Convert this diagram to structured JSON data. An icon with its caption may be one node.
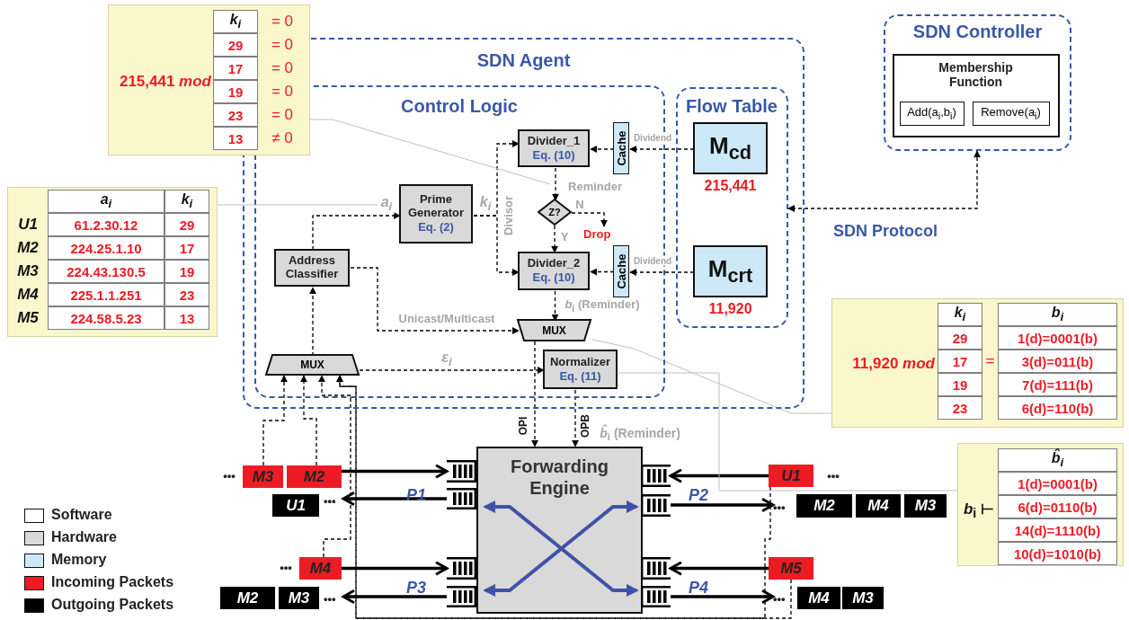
{
  "diagram": {
    "nodes": [
      {
        "text": [
          "SDN Agent"
        ]
      },
      {
        "text": [
          "Control Logic"
        ],
        "in": 0
      },
      {
        "text": [
          "Flow Table"
        ],
        "in": 0
      },
      {
        "text": [
          "Divider_1",
          "Eq. (10)"
        ],
        "in": 1
      },
      {
        "text": [
          "Cache"
        ],
        "in": 1
      },
      {
        "text": [
          "Z?"
        ],
        "in": 1
      },
      {
        "text": [
          "Prime Generator",
          "Eq. (2)"
        ],
        "in": 1
      },
      {
        "text": [
          "Address Classifier"
        ],
        "in": 1
      },
      {
        "text": [
          "Divider_2",
          "Eq. (10)"
        ],
        "in": 1
      },
      {
        "text": [
          "Cache"
        ],
        "in": 1
      },
      {
        "text": [
          "MUX"
        ],
        "in": 1
      },
      {
        "text": [
          "MUX"
        ],
        "in": 1
      },
      {
        "text": [
          "Normalizer",
          "Eq. (11)"
        ],
        "in": 1
      },
      {
        "text": [
          "M$_{cd}$"
        ],
        "beside": [
          "215,441"
        ],
        "in": 2
      },
      {
        "text": [
          "M$_{crt}$"
        ],
        "beside": [
          "11,920"
        ],
        "in": 2
      },
      {
        "text": [
          "SDN Controller"
        ]
      },
      {
        "text": [
          "Membership Function"
        ],
        "in": 15
      },
      {
        "text": [
          "Add(a$_{i}$,b$_{i}$)"
        ],
        "in": 16
      },
      {
        "text": [
          "Remove(a$_{i}$)"
        ],
        "in": 16
      },
      {
        "text": [
          "Drop"
        ],
        "in": 1
      },
      {
        "text": [
          "Forwarding Engine"
        ]
      },
      {
        "text": [],
        "shape": "picture"
      },
      {
        "text": [],
        "shape": "picture"
      },
      {
        "text": [],
        "shape": "picture"
      },
      {
        "text": [],
        "shape": "picture"
      },
      {
        "text": [],
        "shape": "picture"
      },
      {
        "text": [],
        "shape": "picture"
      },
      {
        "text": [],
        "shape": "picture"
      },
      {
        "text": [],
        "shape": "picture"
      },
      {
        "text": [
          "M3"
        ]
      },
      {
        "text": [
          "M2"
        ]
      },
      {
        "text": [
          "U1"
        ]
      },
      {
        "text": [
          "M4"
        ]
      },
      {
        "text": [
          "M2"
        ]
      },
      {
        "text": [
          "M3"
        ]
      },
      {
        "text": [
          "U1"
        ]
      },
      {
        "text": [
          "M2"
        ]
      },
      {
        "text": [
          "M4"
        ]
      },
      {
        "text": [
          "M3"
        ]
      },
      {
        "text": [
          "M5"
        ]
      },
      {
        "text": [
          "M4"
        ]
      },
      {
        "text": [
          "M3"
        ]
      },
      {
        "text": [
          "215,441 *mod*",
          "k$_{i}$",
          "= 0",
          "29",
          "= 0",
          "17",
          "= 0",
          "19",
          "= 0",
          "23",
          "= 0",
          "13",
          "≠ 0"
        ]
      },
      {
        "text": [
          "a$_{i}$",
          "k$_{i}$",
          "U1",
          "61.2.30.12",
          "29",
          "M2",
          "224.25.1.10",
          "17",
          "M3",
          "224.43.130.5",
          "19",
          "M4",
          "225.1.1.251",
          "23",
          "M5",
          "224.58.5.23",
          "13"
        ]
      },
      {
        "text": [
          "11,920 *mod*",
          "k$_{i}$",
          "b$_{i}$",
          "29",
          "1(d)=0001(b)",
          "17",
          "=",
          "3(d)=011(b)",
          "19",
          "7(d)=111(b)",
          "23",
          "6(d)=110(b)"
        ]
      },
      {
        "text": [
          "*b*$_{i}$ ⊢",
          "b̂$_{i}$",
          "1(d)=0001(b)",
          "6(d)=0110(b)",
          "14(d)=1110(b)",
          "10(d)=1010(b)"
        ]
      },
      {
        "text": [
          "•••"
        ]
      },
      {
        "text": [
          "•••"
        ]
      },
      {
        "text": [
          "•••"
        ]
      },
      {
        "text": [
          "•••"
        ]
      }
    ],
    "edges": [
      {
        "from": 4,
        "to": 3,
        "arrow": "to",
        "style": "dashed"
      },
      {
        "from": 13,
        "to": 4,
        "arrow": "to",
        "style": "dashed",
        "label": "Dividend"
      },
      {
        "from": 3,
        "to": 5,
        "arrow": "to",
        "style": "dashed",
        "label": "Reminder"
      },
      {
        "from": 5,
        "to": 19,
        "arrow": "to",
        "style": "dashed",
        "label": "N"
      },
      {
        "from": 5,
        "to": 8,
        "arrow": "to",
        "style": "dashed",
        "label": "Y"
      },
      {
        "from": 6,
        "to": 3,
        "arrow": "to",
        "style": "dashed",
        "label": "k$_{i}$"
      },
      {
        "from": 6,
        "to": 8,
        "arrow": "to",
        "style": "dashed",
        "label": "Divisor"
      },
      {
        "from": 9,
        "to": 8,
        "arrow": "to",
        "style": "dashed"
      },
      {
        "from": 14,
        "to": 9,
        "arrow": "to",
        "style": "dashed",
        "label": "Dividend"
      },
      {
        "from": 8,
        "to": 10,
        "arrow": "to",
        "style": "dashed",
        "label": "*b*$_{i}$ (Reminder)"
      },
      {
        "from": 7,
        "to": 6,
        "arrow": "to",
        "style": "dashed",
        "label": "a$_{i}$"
      },
      {
        "from": 7,
        "to": 10,
        "arrow": "to",
        "style": "dashed",
        "label": "Unicast/Multicast"
      },
      {
        "from": 11,
        "to": 7,
        "arrow": "to",
        "style": "dashed"
      },
      {
        "from": 11,
        "to": 12,
        "arrow": "to",
        "style": "dashed",
        "label": "ε$_{i}$"
      },
      {
        "from": 10,
        "to": 20,
        "arrow": "to",
        "style": "dashed",
        "label": "OPI"
      },
      {
        "from": 12,
        "to": 20,
        "arrow": "to",
        "style": "dashed",
        "label": "OPB"
      },
      {
        "from": 15,
        "to": 2,
        "arrow": "both",
        "style": "dashed",
        "label": "SDN Protocol"
      },
      {
        "from": 30,
        "to": 21,
        "arrow": "to",
        "style": "thick"
      },
      {
        "from": 22,
        "to": 46,
        "arrow": "to",
        "style": "thick"
      },
      {
        "from": 32,
        "to": 23,
        "arrow": "to",
        "style": "thick"
      },
      {
        "from": 24,
        "to": 47,
        "arrow": "to",
        "style": "thick"
      },
      {
        "from": 35,
        "to": 25,
        "arrow": "to",
        "style": "thick"
      },
      {
        "from": 26,
        "to": 48,
        "arrow": "to",
        "style": "thick"
      },
      {
        "from": 39,
        "to": 27,
        "arrow": "to",
        "style": "thick"
      },
      {
        "from": 28,
        "to": 49,
        "arrow": "to",
        "style": "thick"
      },
      {
        "from": 29,
        "to": 11,
        "arrow": "to",
        "style": "dashed"
      },
      {
        "from": 30,
        "to": 11,
        "arrow": "to",
        "style": "dashed"
      },
      {
        "from": 32,
        "to": 11,
        "arrow": "to",
        "style": "dashed"
      },
      {
        "from": 35,
        "to": 11,
        "arrow": "to",
        "style": "dashed"
      },
      {
        "from": 39,
        "to": 11,
        "arrow": "to",
        "style": "dashed"
      },
      {
        "from": 42,
        "to": null,
        "arrow": "none",
        "color": "#bfbfbf"
      },
      {
        "from": 43,
        "to": null,
        "arrow": "none",
        "color": "#bfbfbf"
      },
      {
        "from": 44,
        "to": 10,
        "arrow": "none",
        "color": "#bfbfbf"
      },
      {
        "from": 45,
        "to": 12,
        "arrow": "none",
        "color": "#bfbfbf"
      }
    ],
    "labels": [
      "*b̂*$_{i}$ (Reminder)",
      "•••",
      "•••",
      "P1",
      "P2",
      "•••",
      "P3",
      "P4"
    ],
    "legend": [
      {
        "text": "Software",
        "color": "#ffffff"
      },
      {
        "text": "Hardware",
        "color": "#d9d9d9"
      },
      {
        "text": "Memory",
        "color": "#cde9f7"
      },
      {
        "text": "Incoming Packets",
        "color": "#ed1c24"
      },
      {
        "text": "Outgoing Packets",
        "color": "#000000"
      }
    ]
  }
}
